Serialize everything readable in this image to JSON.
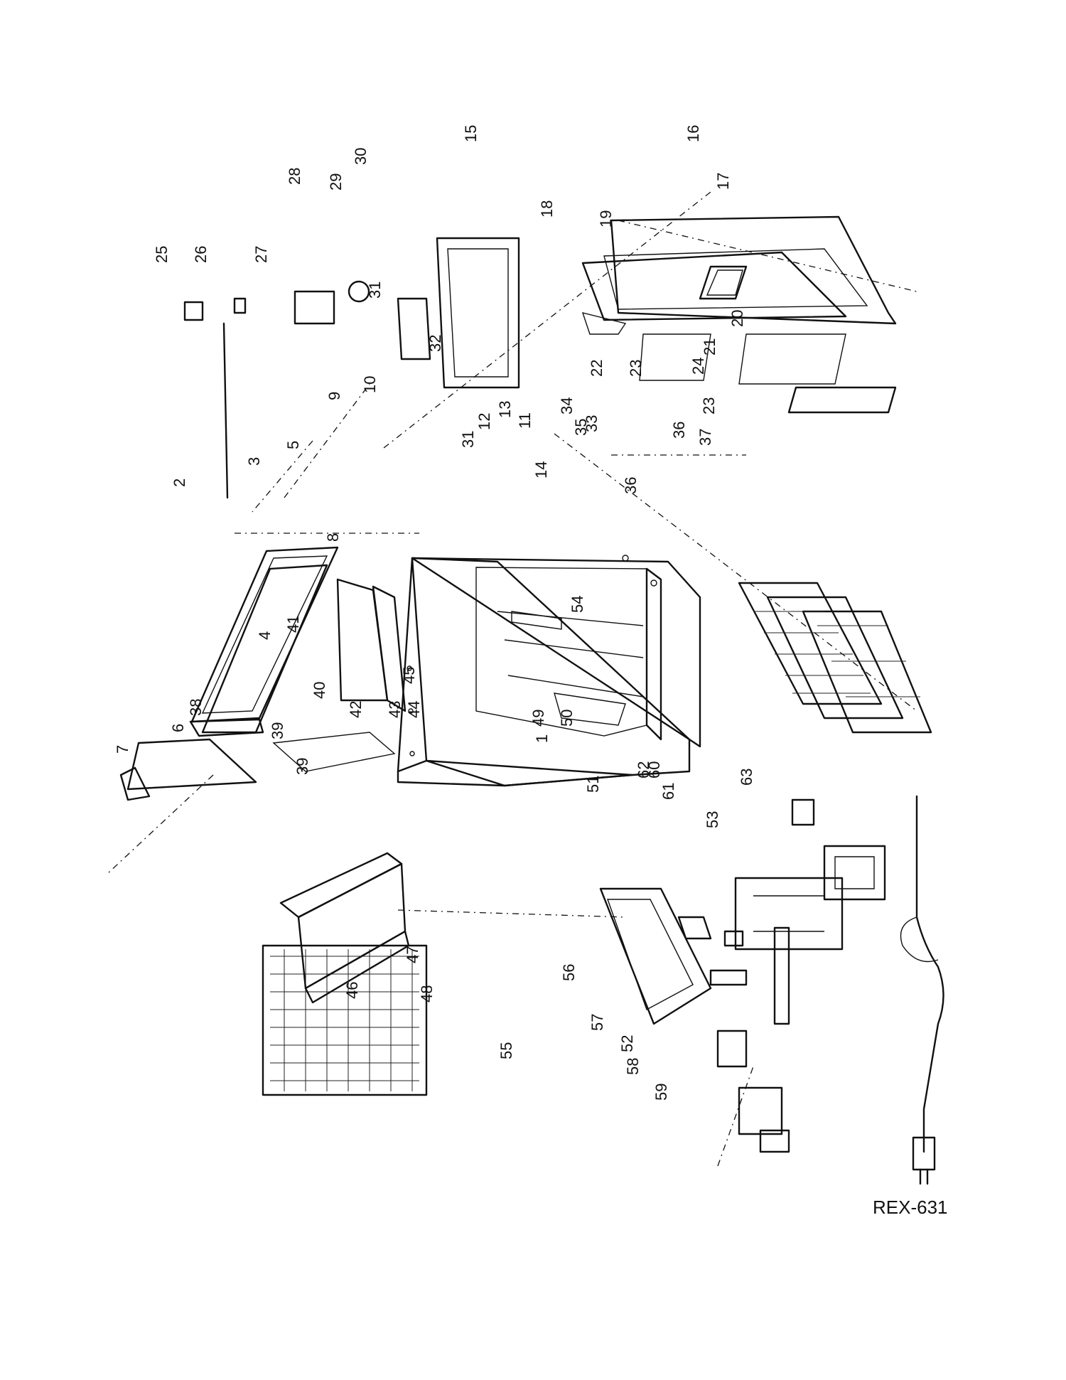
{
  "document_code": "REX-631",
  "callouts": [
    "1",
    "2",
    "3",
    "4",
    "5",
    "6",
    "7",
    "8",
    "9",
    "10",
    "11",
    "12",
    "13",
    "14",
    "15",
    "16",
    "17",
    "18",
    "19",
    "20",
    "21",
    "22",
    "23",
    "24",
    "25",
    "26",
    "27",
    "28",
    "29",
    "30",
    "31",
    "32",
    "33",
    "34",
    "35",
    "36",
    "37",
    "38",
    "39",
    "40",
    "41",
    "42",
    "43",
    "44",
    "45",
    "46",
    "47",
    "48",
    "49",
    "50",
    "51",
    "52",
    "53",
    "54",
    "55",
    "56",
    "57",
    "58",
    "59",
    "60",
    "61",
    "62",
    "63"
  ]
}
